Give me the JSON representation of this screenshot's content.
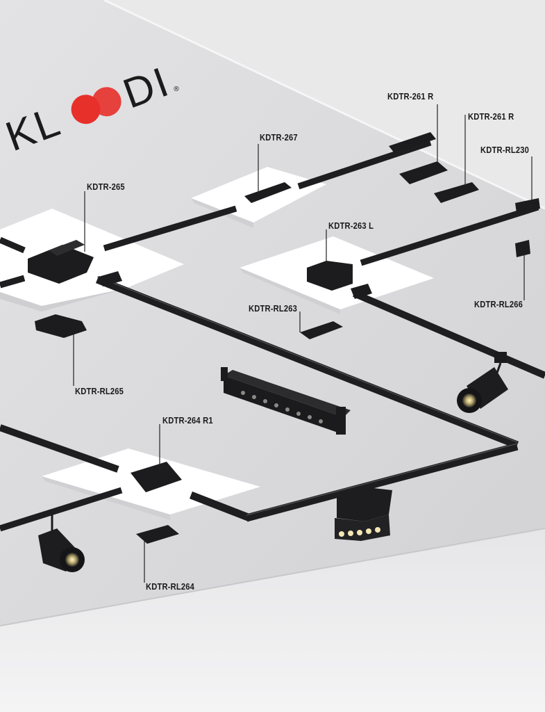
{
  "brand": {
    "logo_text": "KLOODI",
    "registered_mark": "®",
    "accent_color": "#e8302b"
  },
  "labels": {
    "kdtr_261r_a": "KDTR-261 R",
    "kdtr_261r_b": "KDTR-261 R",
    "kdtr_rl230": "KDTR-RL230",
    "kdtr_267": "KDTR-267",
    "kdtr_265": "KDTR-265",
    "kdtr_263l": "KDTR-263 L",
    "kdtr_rl263": "KDTR-RL263",
    "kdtr_rl266": "KDTR-RL266",
    "kdtr_rl265": "KDTR-RL265",
    "kdtr_264r1": "KDTR-264 R1",
    "kdtr_rl264": "KDTR-RL264"
  },
  "colors": {
    "ceiling": "#dcdcde",
    "wall": "#ededee",
    "panel": "#ffffff",
    "track": "#1e1e20"
  }
}
